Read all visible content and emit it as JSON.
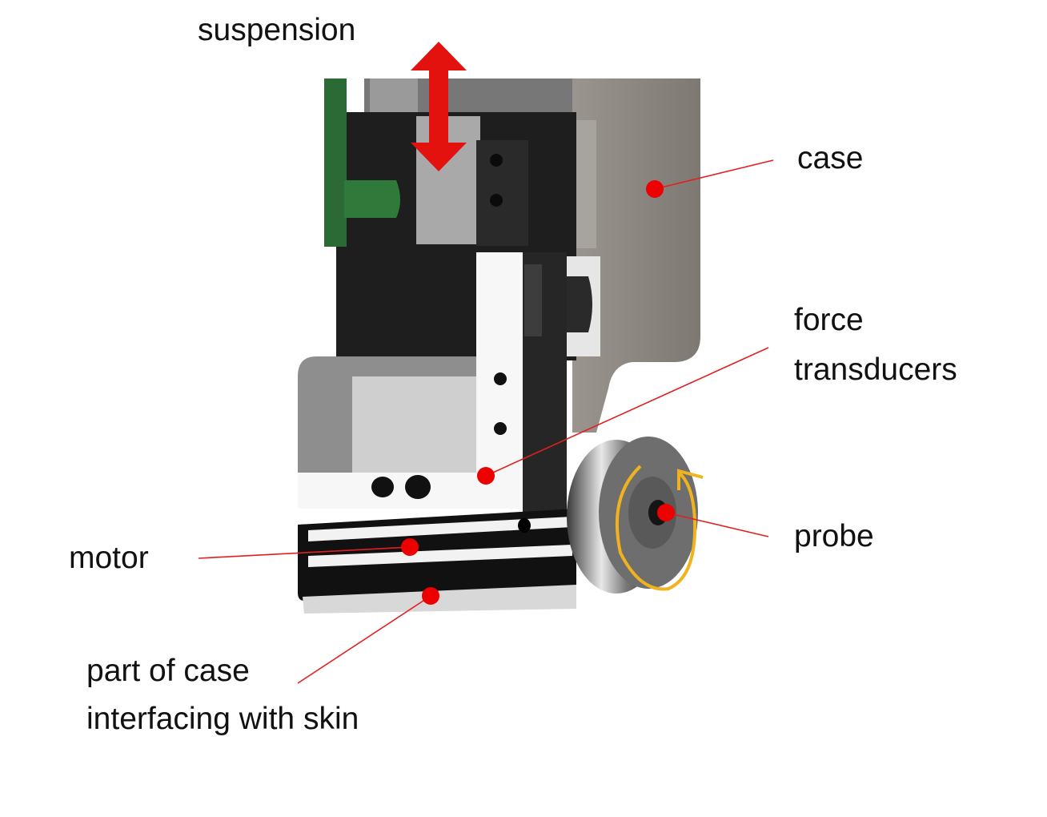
{
  "labels": {
    "suspension": "suspension",
    "case": "case",
    "force_line1": "force",
    "force_line2": "transducers",
    "motor": "motor",
    "probe": "probe",
    "skin_line1": "part of case",
    "skin_line2": "interfacing with skin"
  },
  "colors": {
    "marker": "#ee0000",
    "rotation_arrow": "#f0b21e",
    "case": "#8a857e"
  }
}
